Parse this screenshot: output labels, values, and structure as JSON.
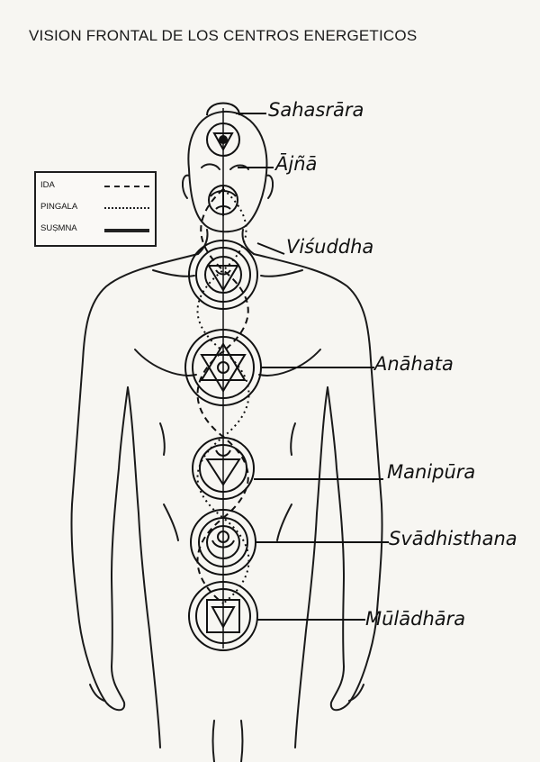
{
  "title": "VISION FRONTAL DE LOS CENTROS ENERGETICOS",
  "legend": {
    "ida": "IDA",
    "pingala": "PINGALA",
    "susmna": "SUṢMNA"
  },
  "chakras": [
    {
      "key": "sahasrara",
      "name": "Sahasrāra"
    },
    {
      "key": "ajna",
      "name": "Ājñā"
    },
    {
      "key": "visuddha",
      "name": "Viśuddha"
    },
    {
      "key": "anahata",
      "name": "Anāhata"
    },
    {
      "key": "manipura",
      "name": "Manipūra"
    },
    {
      "key": "svadhisthana",
      "name": "Svādhisthana"
    },
    {
      "key": "muladhara",
      "name": "Mūlādhāra"
    }
  ]
}
